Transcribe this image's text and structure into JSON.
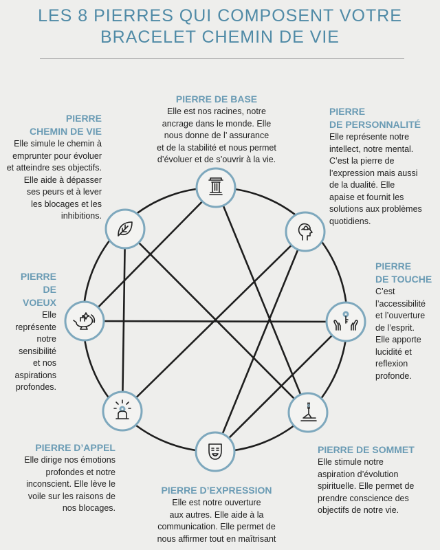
{
  "title": {
    "line1": "LES 8 PIERRES QUI COMPOSENT VOTRE",
    "line2": "BRACELET CHEMIN DE VIE"
  },
  "colors": {
    "accent": "#4f8aa6",
    "heading": "#6a9bb4",
    "ring": "#7ea8bd",
    "line": "#1e1e1e"
  },
  "stones": {
    "base": {
      "h1": "PIERRE DE BASE",
      "lines": [
        "Elle est nos racines, notre",
        "ancrage dans le monde. Elle",
        "nous donne de l’ assurance",
        "et de la stabilité et nous permet",
        "d’évoluer et de s’ouvrir à la vie."
      ],
      "icon": "pillar-icon"
    },
    "chemin": {
      "h1": "PIERRE",
      "h2": "CHEMIN DE VIE",
      "lines": [
        "Elle simule le chemin à",
        "emprunter pour évoluer",
        "et atteindre ses objectifs.",
        "Elle aide à dépasser",
        "ses peurs et à lever",
        "les blocages et les",
        "inhibitions."
      ],
      "icon": "leaf-icon"
    },
    "personnalite": {
      "h1": "PIERRE",
      "h2": "DE PERSONNALITÉ",
      "lines": [
        "Elle représente notre",
        "intellect, notre mental.",
        "C’est la pierre de",
        "l’expression mais aussi",
        "de la dualité. Elle",
        "apaise et fournit les",
        "solutions aux problèmes",
        "quotidiens."
      ],
      "icon": "head-lotus-icon"
    },
    "voeux": {
      "h1": "PIERRE",
      "h2": "DE VOEUX",
      "lines": [
        "Elle",
        "représente",
        "notre",
        "sensibilité",
        "et nos",
        "aspirations",
        "profondes."
      ],
      "icon": "magic-lamp-icon"
    },
    "touche": {
      "h1": "PIERRE",
      "h2": "DE TOUCHE",
      "lines": [
        "C’est",
        "l’accessibilité",
        "et l’ouverture",
        "de l’esprit.",
        "Elle apporte",
        "lucidité et",
        "reflexion",
        "profonde."
      ],
      "icon": "hands-key-icon"
    },
    "appel": {
      "h1": "PIERRE D’APPEL",
      "lines": [
        "Elle dirige nos émotions",
        "profondes et notre",
        "inconscient. Elle lève le",
        "voile sur les raisons de",
        "nos blocages."
      ],
      "icon": "meditation-icon"
    },
    "sommet": {
      "h1": "PIERRE DE SOMMET",
      "lines": [
        "Elle stimule notre",
        "aspiration d’évolution",
        "spirituelle. Elle permet de",
        "prendre conscience des",
        "objectifs de notre vie."
      ],
      "icon": "yoga-pose-icon"
    },
    "expression": {
      "h1": "PIERRE D’EXPRESSION",
      "lines": [
        "Elle est notre ouverture",
        "aux autres. Elle aide à la",
        "communication.  Elle permet de",
        "nous affirmer tout en maîtrisant"
      ],
      "icon": "mask-icon"
    }
  },
  "connections": [
    [
      "base",
      "voeux"
    ],
    [
      "base",
      "sommet"
    ],
    [
      "chemin",
      "appel"
    ],
    [
      "chemin",
      "sommet"
    ],
    [
      "personnalite",
      "appel"
    ],
    [
      "personnalite",
      "expression"
    ],
    [
      "voeux",
      "touche"
    ],
    [
      "touche",
      "expression"
    ]
  ]
}
